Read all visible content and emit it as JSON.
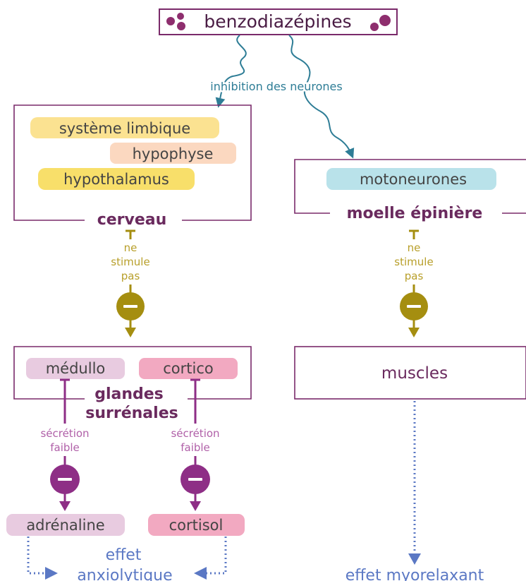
{
  "top": {
    "label": "benzodiazépines"
  },
  "arrow_label": "inhibition des neurones",
  "cerveau": {
    "title": "cerveau",
    "items": [
      "système limbique",
      "hypophyse",
      "hypothalamus"
    ]
  },
  "moelle": {
    "title": "moelle épinière",
    "item": "motoneurones"
  },
  "inhibit_label": {
    "line1": "ne",
    "line2": "stimule",
    "line3": "pas"
  },
  "glandes": {
    "title_line1": "glandes",
    "title_line2": "surrénales",
    "left": "médullo",
    "right": "cortico"
  },
  "secretion": {
    "line1": "sécrétion",
    "line2": "faible"
  },
  "hormones": {
    "left": "adrénaline",
    "right": "cortisol"
  },
  "muscles": {
    "label": "muscles"
  },
  "outcomes": {
    "anx_line1": "effet",
    "anx_line2": "anxiolytique",
    "myo": "effet myorelaxant"
  },
  "colors": {
    "purple": "#7a2a6a",
    "teal": "#2e7d96",
    "olive": "#a58e10",
    "magenta": "#8e2e86",
    "blue": "#5b78c4",
    "yellow": "#fbe27e",
    "peach": "#fbd4b6",
    "cyan": "#b8e2ea",
    "lilac": "#e8cbe0",
    "pink": "#f2a9c1"
  }
}
